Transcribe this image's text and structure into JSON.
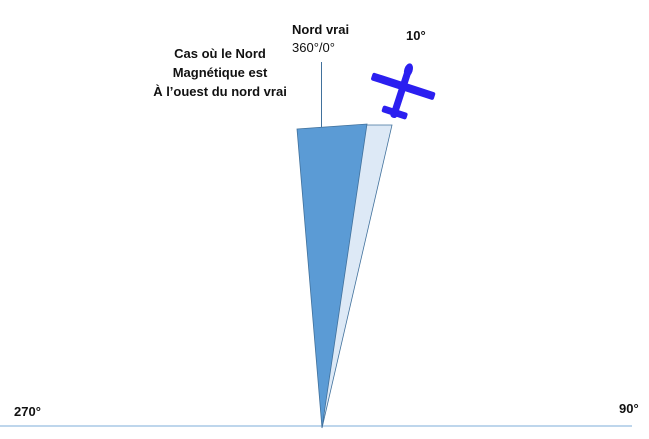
{
  "labels": {
    "case_note": [
      "Cas où le Nord",
      "Magnétique est",
      "À l’ouest du nord vrai"
    ],
    "true_north_title": "Nord vrai",
    "true_north_value": "360°/0°",
    "aircraft_heading": "10°",
    "west": "270°",
    "east": "90°"
  },
  "colors": {
    "wedge_dark": "#5b9bd5",
    "wedge_light": "#dde9f6",
    "wedge_stroke": "#41719c",
    "axis": "#a9c8e6",
    "aircraft": "#2b1ff0",
    "text": "#111111"
  },
  "icons": {
    "aircraft": "airplane-icon"
  }
}
